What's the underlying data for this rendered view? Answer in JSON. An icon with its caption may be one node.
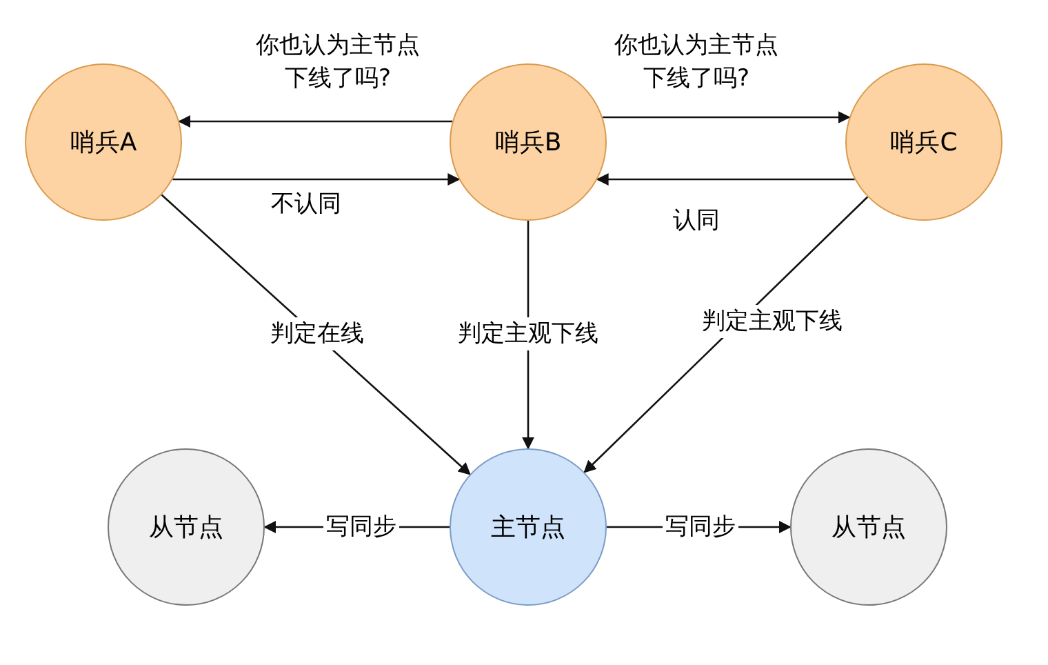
{
  "diagram": {
    "nodes": [
      {
        "text": [
          "哨兵A"
        ]
      },
      {
        "text": [
          "哨兵B"
        ]
      },
      {
        "text": [
          "哨兵C"
        ]
      },
      {
        "text": [
          "从节点"
        ]
      },
      {
        "text": [
          "主节点"
        ]
      },
      {
        "text": [
          "从节点"
        ]
      }
    ],
    "edges": [
      {
        "from": 1,
        "to": 0,
        "arrow": "to",
        "label": "你也认为主节点下线了吗?"
      },
      {
        "from": 0,
        "to": 1,
        "arrow": "to",
        "label": "不认同"
      },
      {
        "from": 1,
        "to": 2,
        "arrow": "to",
        "label": "你也认为主节点下线了吗?"
      },
      {
        "from": 2,
        "to": 1,
        "arrow": "to",
        "label": "认同"
      },
      {
        "from": 0,
        "to": 4,
        "arrow": "to",
        "label": "判定在线"
      },
      {
        "from": 1,
        "to": 4,
        "arrow": "to",
        "label": "判定主观下线"
      },
      {
        "from": 2,
        "to": 4,
        "arrow": "to",
        "label": "判定主观下线"
      },
      {
        "from": 4,
        "to": 3,
        "arrow": "to",
        "label": "写同步"
      },
      {
        "from": 4,
        "to": 5,
        "arrow": "to",
        "label": "写同步"
      }
    ]
  }
}
